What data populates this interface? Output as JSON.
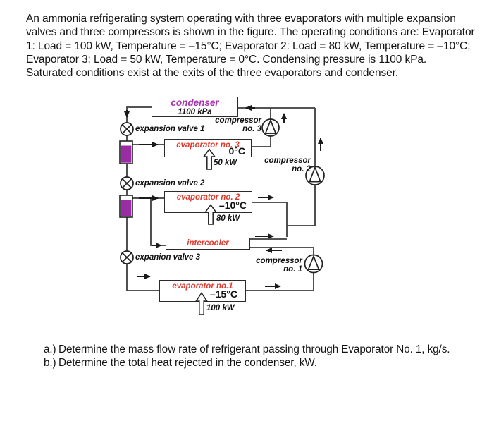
{
  "problem": {
    "lines": [
      "An ammonia refrigerating system operating with three evaporators with multiple expansion",
      "valves and three compressors is shown in the figure. The operating conditions are: Evaporator",
      "1: Load = 100 kW, Temperature = –15°C; Evaporator 2: Load = 80 kW, Temperature = –10°C;",
      "Evaporator 3: Load = 50 kW, Temperature = 0°C. Condensing pressure is 1100 kPa.",
      "Saturated conditions exist at the exits of the three evaporators and condenser."
    ]
  },
  "diagram": {
    "condenser": {
      "title": "condenser",
      "pressure": "1100 kPa"
    },
    "evaporator3": {
      "title": "evaporator no. 3",
      "temp": "0°C",
      "load": "50 kW"
    },
    "evaporator2": {
      "title": "evaporator no. 2",
      "temp": "–10°C",
      "load": "80 kW"
    },
    "evaporator1": {
      "title": "evaporator no.1",
      "temp": "–15°C",
      "load": "100 kW"
    },
    "intercooler": {
      "title": "intercooler"
    },
    "valves": [
      {
        "label": "expansion valve 1"
      },
      {
        "label": "expansion valve 2"
      },
      {
        "label": "expanion valve 3"
      }
    ],
    "compressors": [
      {
        "line1": "compressor",
        "line2": "no. 3"
      },
      {
        "line1": "compressor",
        "line2": "no. 2"
      },
      {
        "line1": "compressor",
        "line2": "no. 1"
      }
    ],
    "colors": {
      "condenser_title": "#aa35b2",
      "component_title": "#e03a2e",
      "tank_fill": "#9b2da4",
      "pipe": "#3d3d3d"
    }
  },
  "questions": [
    {
      "marker": "a.)",
      "text": "Determine the mass flow rate of refrigerant passing through Evaporator No. 1, kg/s."
    },
    {
      "marker": "b.)",
      "text": "Determine the total heat rejected in the condenser, kW."
    }
  ]
}
